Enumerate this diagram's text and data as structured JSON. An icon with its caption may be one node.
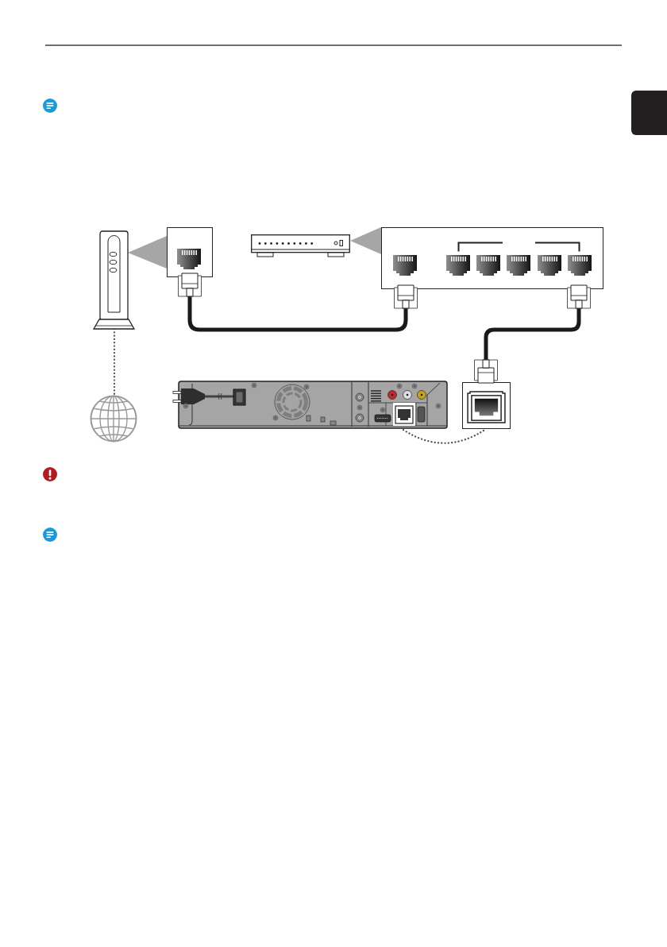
{
  "diagram": {
    "nodes": [
      {
        "text": [],
        "shape": "picture"
      },
      {
        "text": [],
        "shape": "box"
      },
      {
        "text": [],
        "shape": "picture"
      },
      {
        "text": [],
        "shape": "box"
      },
      {
        "text": [],
        "shape": "picture"
      },
      {
        "text": [],
        "shape": "picture"
      },
      {
        "text": [],
        "shape": "box"
      }
    ],
    "edges": [
      {
        "from": 0,
        "to": 4,
        "arrow": "none",
        "style": "dashed"
      },
      {
        "from": 1,
        "to": 3,
        "arrow": "other",
        "style": "thick"
      },
      {
        "from": 3,
        "to": 6,
        "arrow": "other",
        "style": "thick"
      },
      {
        "from": 5,
        "to": 6,
        "arrow": "none",
        "style": "dashed"
      }
    ]
  }
}
